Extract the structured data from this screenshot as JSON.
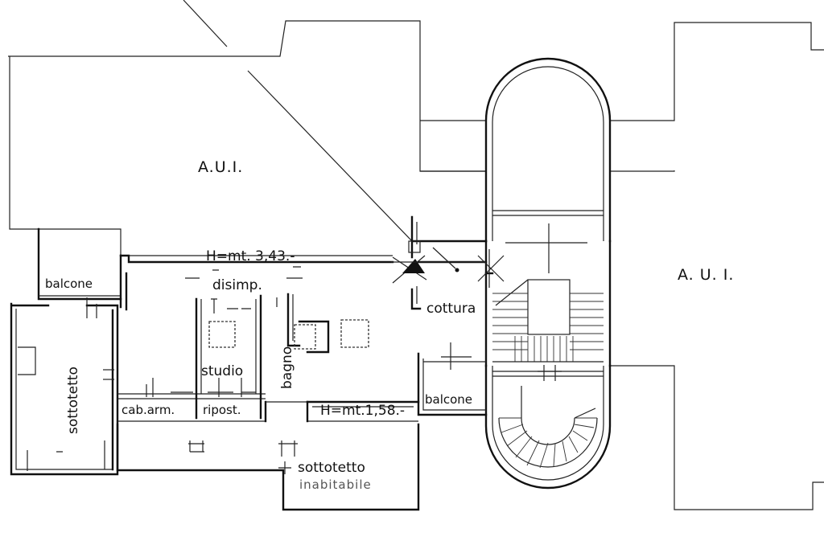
{
  "labels": {
    "aui_left": "A.U.I.",
    "aui_right": "A. U. I.",
    "height_upper": "H=mt. 3,43.-",
    "height_lower": "H=mt.1,58.-",
    "disimp": "disimp.",
    "balcone_left": "balcone",
    "balcone_right": "balcone",
    "cottura": "cottura",
    "sottotetto_side": "sottotetto",
    "studio": "studio",
    "bagno": "bagno",
    "cab_arm": "cab.arm.",
    "ripost": "ripost.",
    "sottotetto_bottom": "sottotetto",
    "inabitabile": "inabitabile"
  }
}
